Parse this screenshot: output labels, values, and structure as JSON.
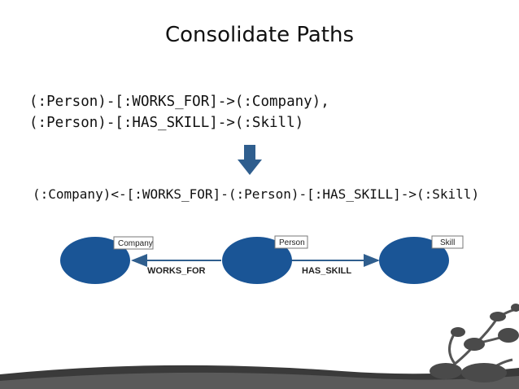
{
  "slide": {
    "title": "Consolidate Paths",
    "pattern_line_1": "(:Person)-[:WORKS_FOR]->(:Company),",
    "pattern_line_2": "(:Person)-[:HAS_SKILL]->(:Skill)",
    "consolidated_pattern": "(:Company)<-[:WORKS_FOR]-(:Person)-[:HAS_SKILL]->(:Skill)"
  },
  "diagram": {
    "nodes": [
      {
        "label": "Company"
      },
      {
        "label": "Person"
      },
      {
        "label": "Skill"
      }
    ],
    "relationships": [
      {
        "label": "WORKS_FOR"
      },
      {
        "label": "HAS_SKILL"
      }
    ],
    "colors": {
      "node": "#1a5596",
      "arrow": "#2f5e8e"
    }
  },
  "icons": {
    "arrow": "down-arrow-icon",
    "decoration": "graph-branch-decoration"
  }
}
